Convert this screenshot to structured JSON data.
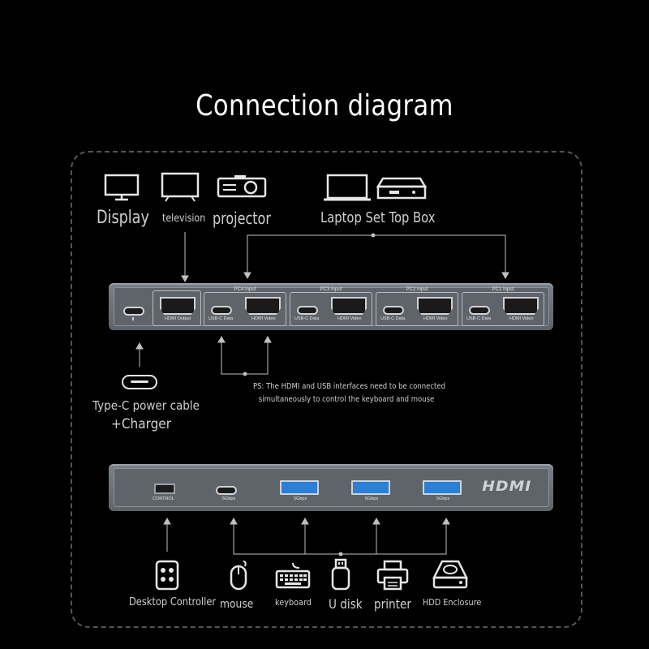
{
  "title": "Connection diagram",
  "top_devices": {
    "display": "Display",
    "television": "television",
    "projector": "projector",
    "laptop_settop": "Laptop Set Top Box"
  },
  "top_panel": {
    "groups": [
      "PC4 Input",
      "PC3 Input",
      "PC2 Input",
      "PC1 Input"
    ],
    "hdmi_output": "HDMI Output",
    "usbc_data": "USB-C Data",
    "hdmi_video": "HDMI Video"
  },
  "power": {
    "line1": "Type-C power cable",
    "line2": "+Charger"
  },
  "note": {
    "line1": "PS: The HDMI and USB interfaces need to be connected",
    "line2": "simultaneously to control the keyboard and mouse"
  },
  "bottom_panel": {
    "control": "CONTROL",
    "speed1": "5Gbps",
    "speed2": "5Gbps",
    "speed3": "5Gbps",
    "speed4": "5Gbps",
    "logo": "HDMI"
  },
  "bottom_devices": {
    "desktop_controller": "Desktop Controller",
    "mouse": "mouse",
    "keyboard": "keyboard",
    "udisk": "U disk",
    "printer": "printer",
    "hdd": "HDD Enclosure"
  }
}
